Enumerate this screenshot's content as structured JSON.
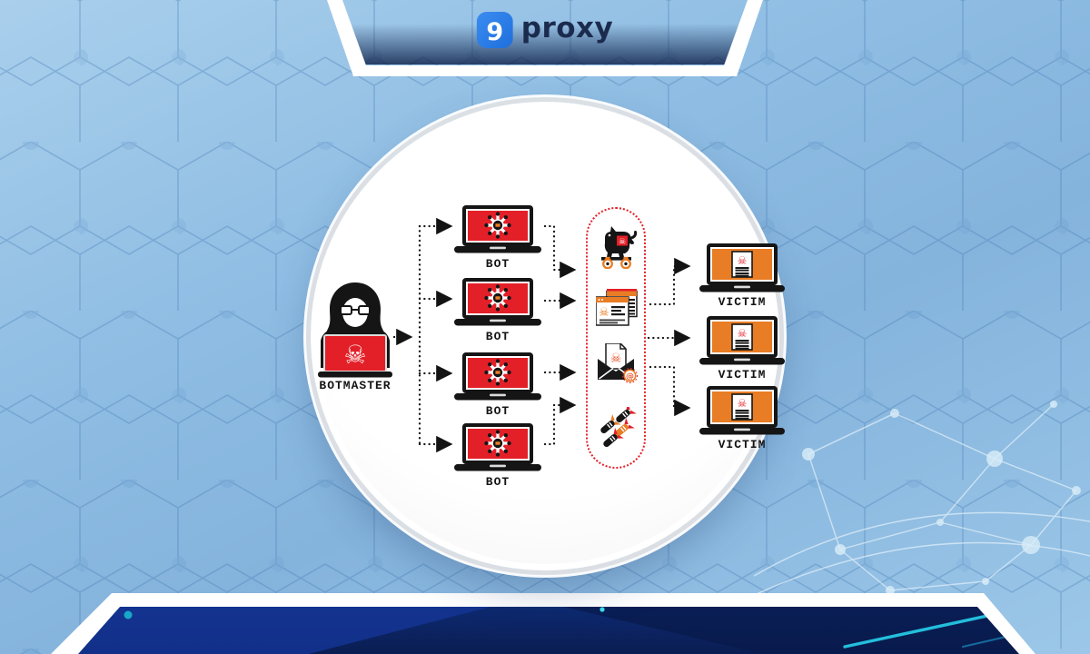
{
  "brand": {
    "text": "proxy",
    "icon_digit": "9"
  },
  "glyphs": {
    "skull": "☠",
    "at": "@"
  },
  "diagram": {
    "botmaster": {
      "label": "BOTMASTER"
    },
    "bots": [
      {
        "label": "BOT"
      },
      {
        "label": "BOT"
      },
      {
        "label": "BOT"
      },
      {
        "label": "BOT"
      }
    ],
    "victims": [
      {
        "label": "VICTIM"
      },
      {
        "label": "VICTIM"
      },
      {
        "label": "VICTIM"
      }
    ],
    "attacks": [
      {
        "name": "trojan-horse"
      },
      {
        "name": "phishing-pages"
      },
      {
        "name": "malware-email"
      },
      {
        "name": "malware-missiles"
      }
    ]
  },
  "colors": {
    "background_blue": "#8fbde3",
    "navy_band": "#0c2463",
    "screen_red": "#e32028",
    "screen_orange": "#e87d25",
    "pill_dotted_red": "#e32028",
    "arrow_black": "#131313",
    "logo_blue": "#2a7de1",
    "logo_navy": "#1b2b4e",
    "cyan_accent": "#25c8e4"
  }
}
